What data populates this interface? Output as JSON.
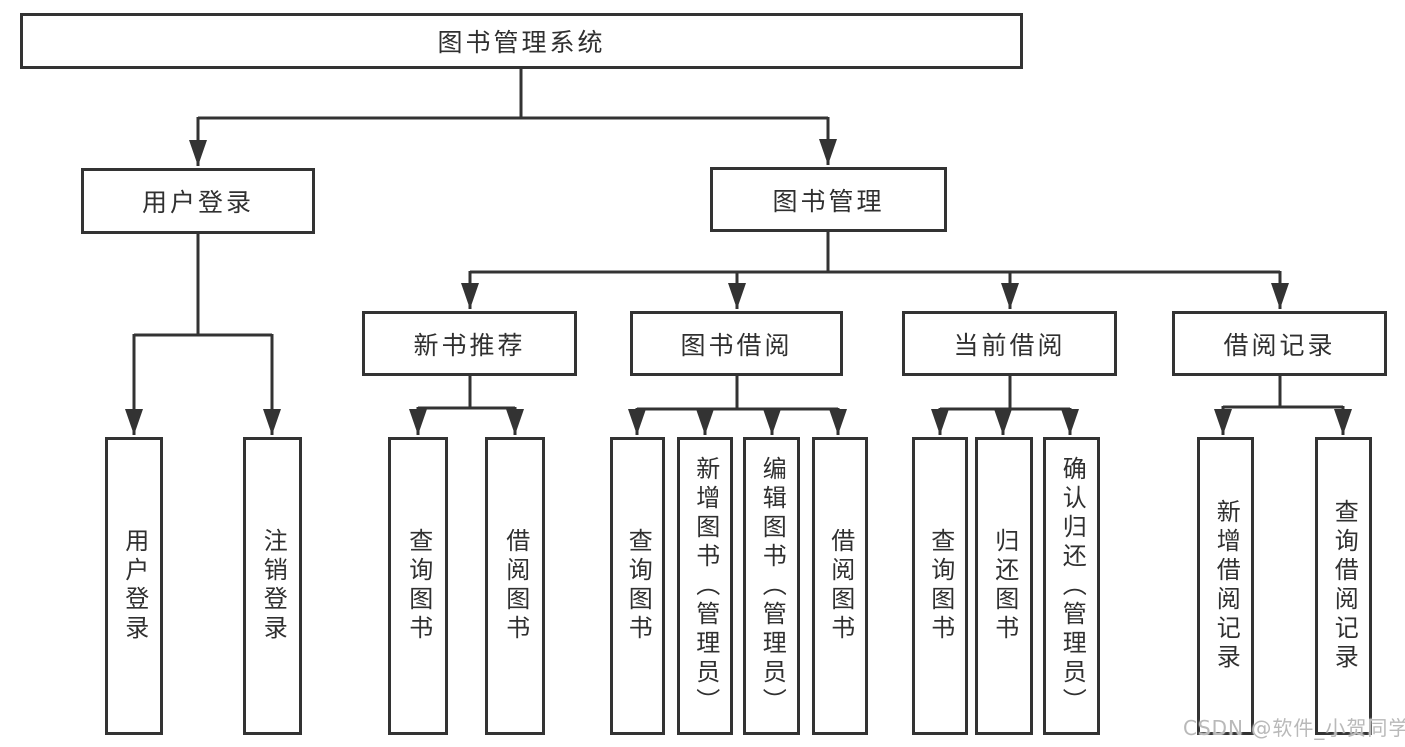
{
  "diagram": {
    "type": "hierarchy-tree",
    "root": {
      "label": "图书管理系统"
    },
    "level2": {
      "user_login": {
        "label": "用户登录"
      },
      "book_mgmt": {
        "label": "图书管理"
      }
    },
    "level3": {
      "new_book": {
        "label": "新书推荐"
      },
      "book_borrow": {
        "label": "图书借阅"
      },
      "current_borrow": {
        "label": "当前借阅"
      },
      "borrow_record": {
        "label": "借阅记录"
      }
    },
    "leaves": {
      "user_login": [
        {
          "label": "用户登录"
        },
        {
          "label": "注销登录"
        }
      ],
      "new_book": [
        {
          "label": "查询图书"
        },
        {
          "label": "借阅图书"
        }
      ],
      "book_borrow": [
        {
          "label": "查询图书"
        },
        {
          "label": "新增图书（管理员）"
        },
        {
          "label": "编辑图书（管理员）"
        },
        {
          "label": "借阅图书"
        }
      ],
      "current_borrow": [
        {
          "label": "查询图书"
        },
        {
          "label": "归还图书"
        },
        {
          "label": "确认归还（管理员）"
        }
      ],
      "borrow_record": [
        {
          "label": "新增借阅记录"
        },
        {
          "label": "查询借阅记录"
        }
      ]
    },
    "watermark": "CSDN @软件_小贺同学",
    "colors": {
      "line": "#333333",
      "box_border": "#333333",
      "text": "#303030",
      "watermark": "#b9b9b9",
      "background": "#ffffff"
    }
  }
}
